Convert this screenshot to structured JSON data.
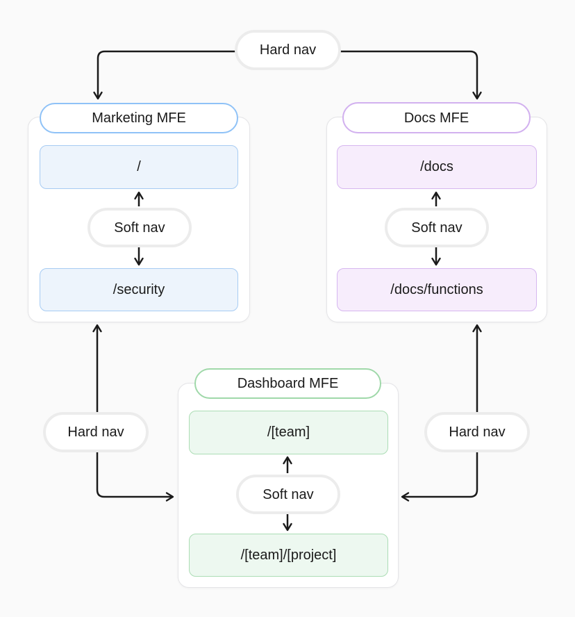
{
  "diagram": {
    "background": "#fafafa",
    "arrow_color": "#1a1a1a",
    "connectors": {
      "top": {
        "label": "Hard nav"
      },
      "left": {
        "label": "Hard nav"
      },
      "right": {
        "label": "Hard nav"
      }
    },
    "cards": [
      {
        "id": "marketing",
        "title": "Marketing MFE",
        "soft_nav_label": "Soft nav",
        "routes": [
          "/",
          "/security"
        ],
        "colors": {
          "pill_border": "#8fc2f7",
          "box_bg": "#edf4fc",
          "box_border": "#a6cbf3"
        }
      },
      {
        "id": "docs",
        "title": "Docs MFE",
        "soft_nav_label": "Soft nav",
        "routes": [
          "/docs",
          "/docs/functions"
        ],
        "colors": {
          "pill_border": "#d2b1ef",
          "box_bg": "#f7edfc",
          "box_border": "#d6b6f0"
        }
      },
      {
        "id": "dashboard",
        "title": "Dashboard MFE",
        "soft_nav_label": "Soft nav",
        "routes": [
          "/[team]",
          "/[team]/[project]"
        ],
        "colors": {
          "pill_border": "#9fd8a9",
          "box_bg": "#edf8f0",
          "box_border": "#abddb4"
        }
      }
    ]
  }
}
